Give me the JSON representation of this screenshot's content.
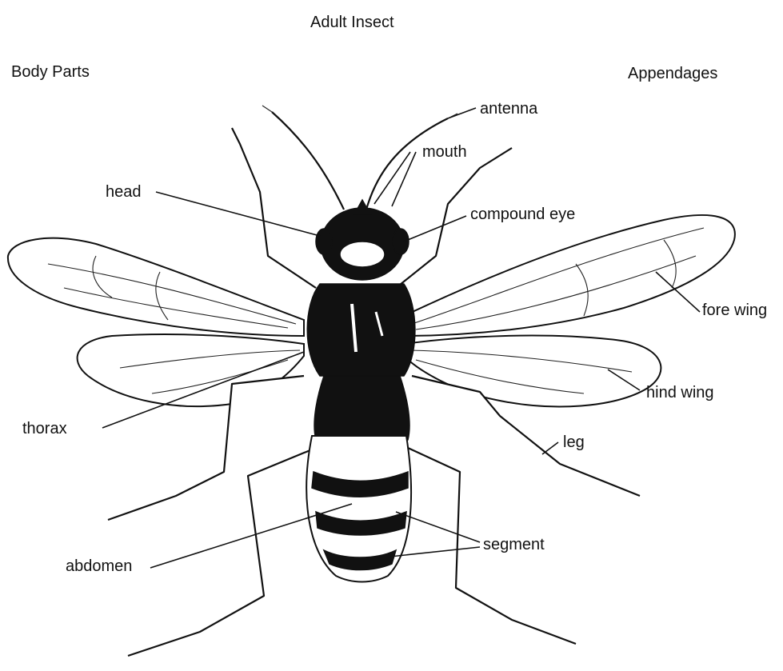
{
  "diagram": {
    "title": "Adult Insect",
    "left_heading": "Body Parts",
    "right_heading": "Appendages",
    "labels": {
      "antenna": "antenna",
      "mouth": "mouth",
      "head": "head",
      "compound_eye": "compound eye",
      "fore_wing": "fore wing",
      "hind_wing": "hind wing",
      "thorax": "thorax",
      "leg": "leg",
      "abdomen": "abdomen",
      "segment": "segment"
    }
  }
}
